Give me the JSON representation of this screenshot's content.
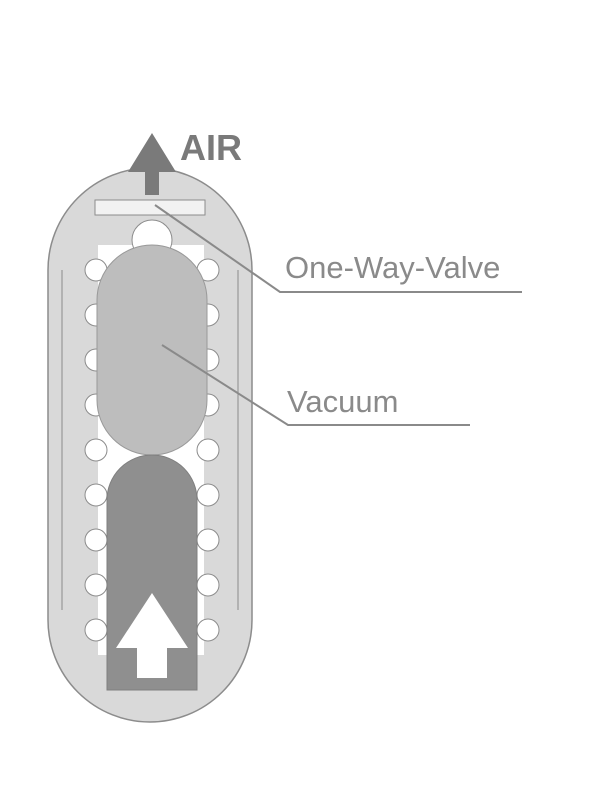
{
  "labels": {
    "air": "AIR",
    "valve": "One-Way-Valve",
    "vacuum": "Vacuum"
  },
  "colors": {
    "shell": "#d9d9d9",
    "outline": "#8c8c8c",
    "vacuum": "#bdbdbd",
    "rod": "#8f8f8f",
    "arrow": "#7a7a7a",
    "text": "#8a8a8a"
  }
}
